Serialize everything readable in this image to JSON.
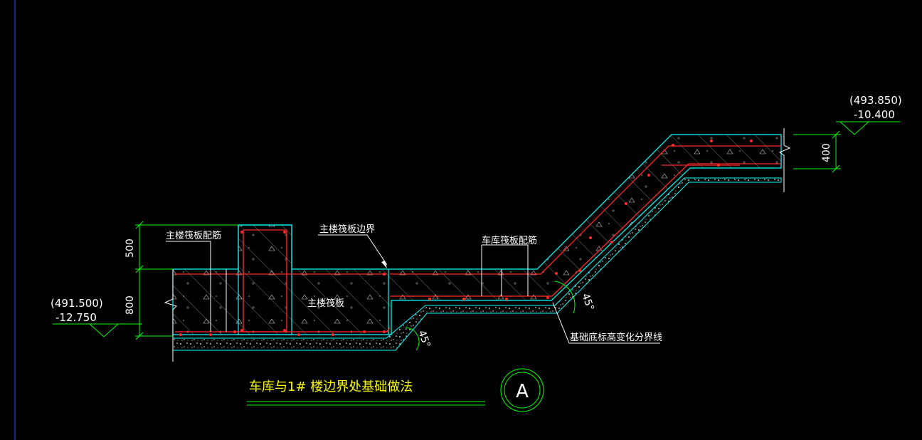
{
  "drawing": {
    "title": "车库与1# 楼边界处基础做法",
    "axis_label": "A",
    "colors": {
      "background": "#000000",
      "outline": "#00ffff",
      "rebar": "#ff2a2a",
      "dimension": "#00ff00",
      "leader": "#ffffff",
      "title_text": "#ffff00",
      "note_text": "#ffffff"
    }
  },
  "labels": {
    "main_raft_reinforcement": "主楼筏板配筋",
    "main_raft_boundary": "主楼筏板边界",
    "main_raft": "主楼筏板",
    "garage_raft_reinforcement": "车库筏板配筋",
    "foundation_level_change_line": "基础底标高变化分界线"
  },
  "levels": {
    "left": {
      "absolute": "(491.500)",
      "relative": "-12.750"
    },
    "right": {
      "absolute": "(493.850)",
      "relative": "-10.400"
    }
  },
  "dimensions": {
    "left_upper": "500",
    "left_lower": "800",
    "right": "400"
  },
  "angles": {
    "lower_slope": "45°",
    "upper_slope": "45°"
  }
}
